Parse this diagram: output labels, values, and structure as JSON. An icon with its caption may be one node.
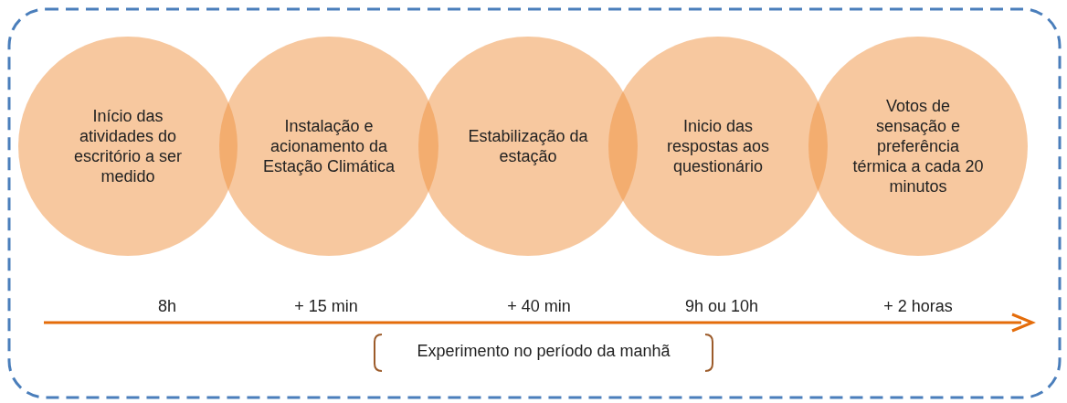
{
  "diagram": {
    "nodes": [
      {
        "text": [
          "Início das atividades do escritório a ser medido"
        ],
        "beside": [
          "8h"
        ]
      },
      {
        "text": [
          "Instalação  e acionamento da Estação Climática"
        ],
        "beside": [
          "+ 15 min"
        ]
      },
      {
        "text": [
          "Estabilização da estação"
        ],
        "beside": [
          "+ 40 min"
        ]
      },
      {
        "text": [
          "Inicio das respostas aos questionário"
        ],
        "beside": [
          "9h ou 10h"
        ]
      },
      {
        "text": [
          "Votos de sensação e preferência térmica a cada 20 minutos"
        ],
        "beside": [
          "+ 2 horas"
        ]
      }
    ],
    "edges": [],
    "labels": [
      "Experimento no período da manhã"
    ]
  }
}
